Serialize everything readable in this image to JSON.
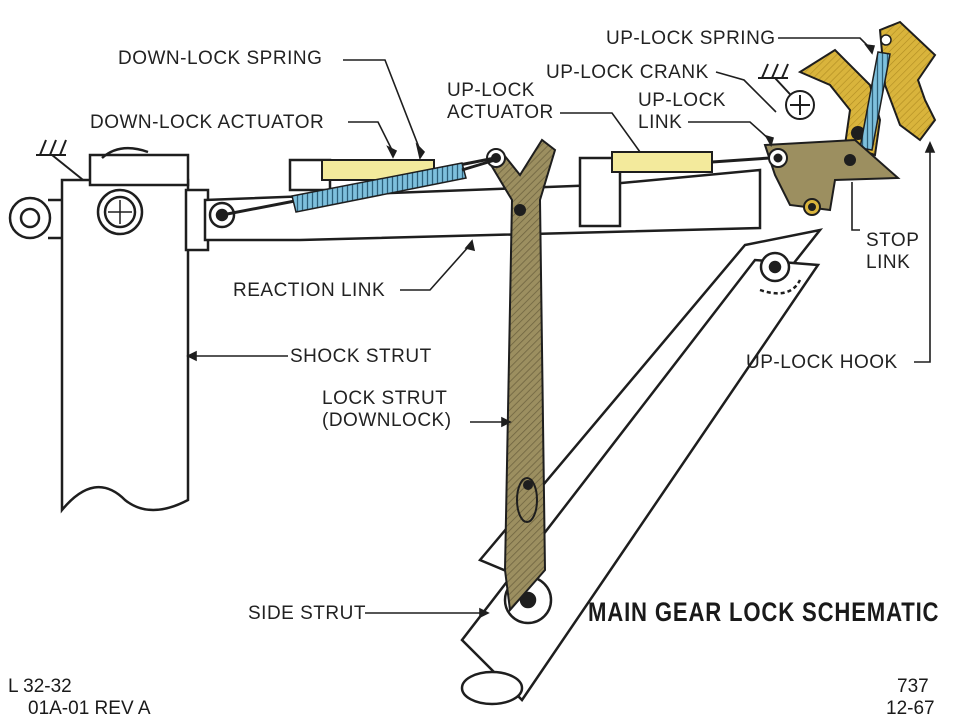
{
  "title": "MAIN GEAR LOCK SCHEMATIC",
  "labels": {
    "down_lock_spring": "DOWN-LOCK SPRING",
    "down_lock_actuator": "DOWN-LOCK ACTUATOR",
    "up_lock_actuator_1": "UP-LOCK",
    "up_lock_actuator_2": "ACTUATOR",
    "up_lock_spring": "UP-LOCK SPRING",
    "up_lock_crank": "UP-LOCK CRANK",
    "up_lock_link_1": "UP-LOCK",
    "up_lock_link_2": "LINK",
    "stop_link_1": "STOP",
    "stop_link_2": "LINK",
    "reaction_link": "REACTION LINK",
    "shock_strut": "SHOCK STRUT",
    "lock_strut_1": "LOCK STRUT",
    "lock_strut_2": "(DOWNLOCK)",
    "up_lock_hook": "UP-LOCK HOOK",
    "side_strut": "SIDE STRUT"
  },
  "footer": {
    "left_1": "L 32-32",
    "left_2": "01A-01 REV A",
    "right_1": "737",
    "right_2": "12-67"
  },
  "colors": {
    "lock_strut": "#9c8f60",
    "up_lock_parts": "#d9b43c",
    "actuator": "#f3ea9c",
    "spring": "#7ec0dd",
    "outline": "#1e1e1e"
  }
}
